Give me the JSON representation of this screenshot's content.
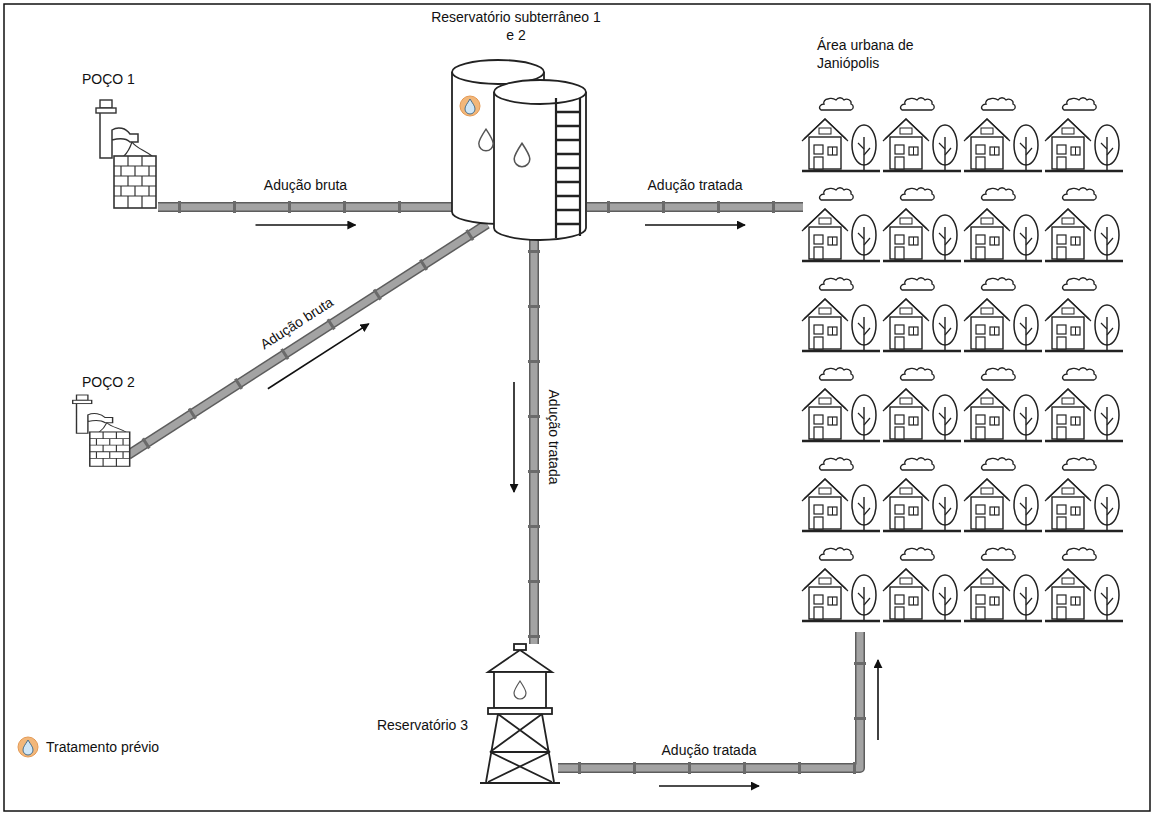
{
  "diagram": {
    "nodes": [
      {
        "text": [
          "POÇO 1"
        ]
      },
      {
        "text": [
          "POÇO 2"
        ]
      },
      {
        "text": [
          "Reservatório subterrâneo 1 e 2"
        ]
      },
      {
        "text": [
          "Área urbana de Janiópolis"
        ]
      },
      {
        "text": [
          "Reservatório 3"
        ]
      }
    ],
    "edges": [
      {
        "from": 0,
        "to": 2,
        "label": "Adução bruta",
        "arrow": "to"
      },
      {
        "from": 1,
        "to": 2,
        "label": "Adução bruta",
        "arrow": "to"
      },
      {
        "from": 2,
        "to": 3,
        "label": "Adução tratada",
        "arrow": "to"
      },
      {
        "from": 2,
        "to": 4,
        "label": "Adução tratada",
        "arrow": "to"
      },
      {
        "from": 4,
        "to": 3,
        "label": "Adução tratada",
        "arrow": "to"
      }
    ],
    "legend": [
      {
        "text": "Tratamento prévio"
      }
    ]
  }
}
